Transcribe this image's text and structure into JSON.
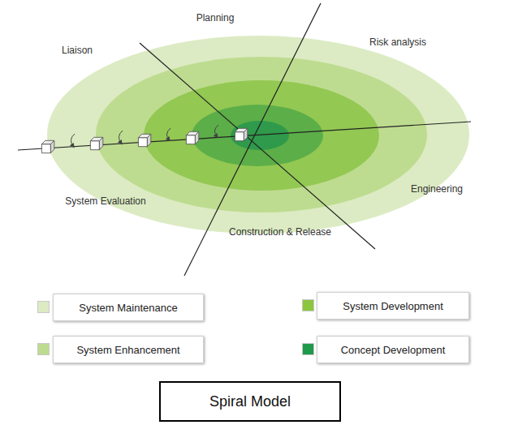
{
  "diagram": {
    "title": "Spiral Model",
    "labels": [
      "Planning",
      "Risk analysis",
      "Liaison",
      "Engineering",
      "System Evaluation",
      "Construction & Release"
    ],
    "legend": [
      {
        "text": "System Maintenance",
        "color": "#dcebc3"
      },
      {
        "text": "System Development",
        "color": "#8cc63f"
      },
      {
        "text": "System Enhancement",
        "color": "#bedc90"
      },
      {
        "text": "Concept Development",
        "color": "#1e9a4a"
      }
    ]
  }
}
